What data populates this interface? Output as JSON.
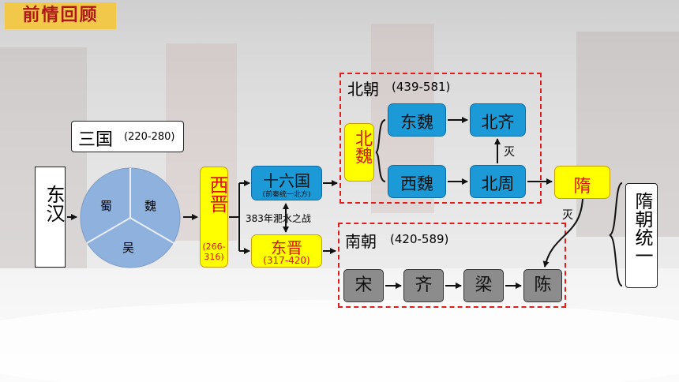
{
  "header": {
    "title": "前情回顾"
  },
  "nodes": {
    "donghan": "东汉",
    "sanguo": {
      "label": "三国",
      "years": "(220-280)"
    },
    "pie": {
      "shu": "蜀",
      "wei": "魏",
      "wu": "吴"
    },
    "xijin": {
      "label": "西晋",
      "years": "(266-316)"
    },
    "shiliuguo": {
      "label": "十六国",
      "note": "(前秦统一北方)"
    },
    "battle": "383年淝水之战",
    "dongjin": {
      "label": "东晋",
      "years": "(317-420)"
    },
    "beichao": {
      "label": "北朝",
      "years": "(439-581)"
    },
    "beiwei": "北魏",
    "dongwei": "东魏",
    "beiqi": "北齐",
    "xiwei": "西魏",
    "beizhou": "北周",
    "mie1": "灭",
    "sui": "隋",
    "mie2": "灭",
    "nanchao": {
      "label": "南朝",
      "years": "(420-589)"
    },
    "song": "宋",
    "qi": "齐",
    "liang": "梁",
    "chen": "陈",
    "tongyi": "隋朝统一"
  },
  "colors": {
    "blue": "#1b9ad7",
    "yellow": "#ffff00",
    "grey": "#8c8c8c",
    "red": "#e21b1b",
    "pie": "#8fb1de"
  }
}
